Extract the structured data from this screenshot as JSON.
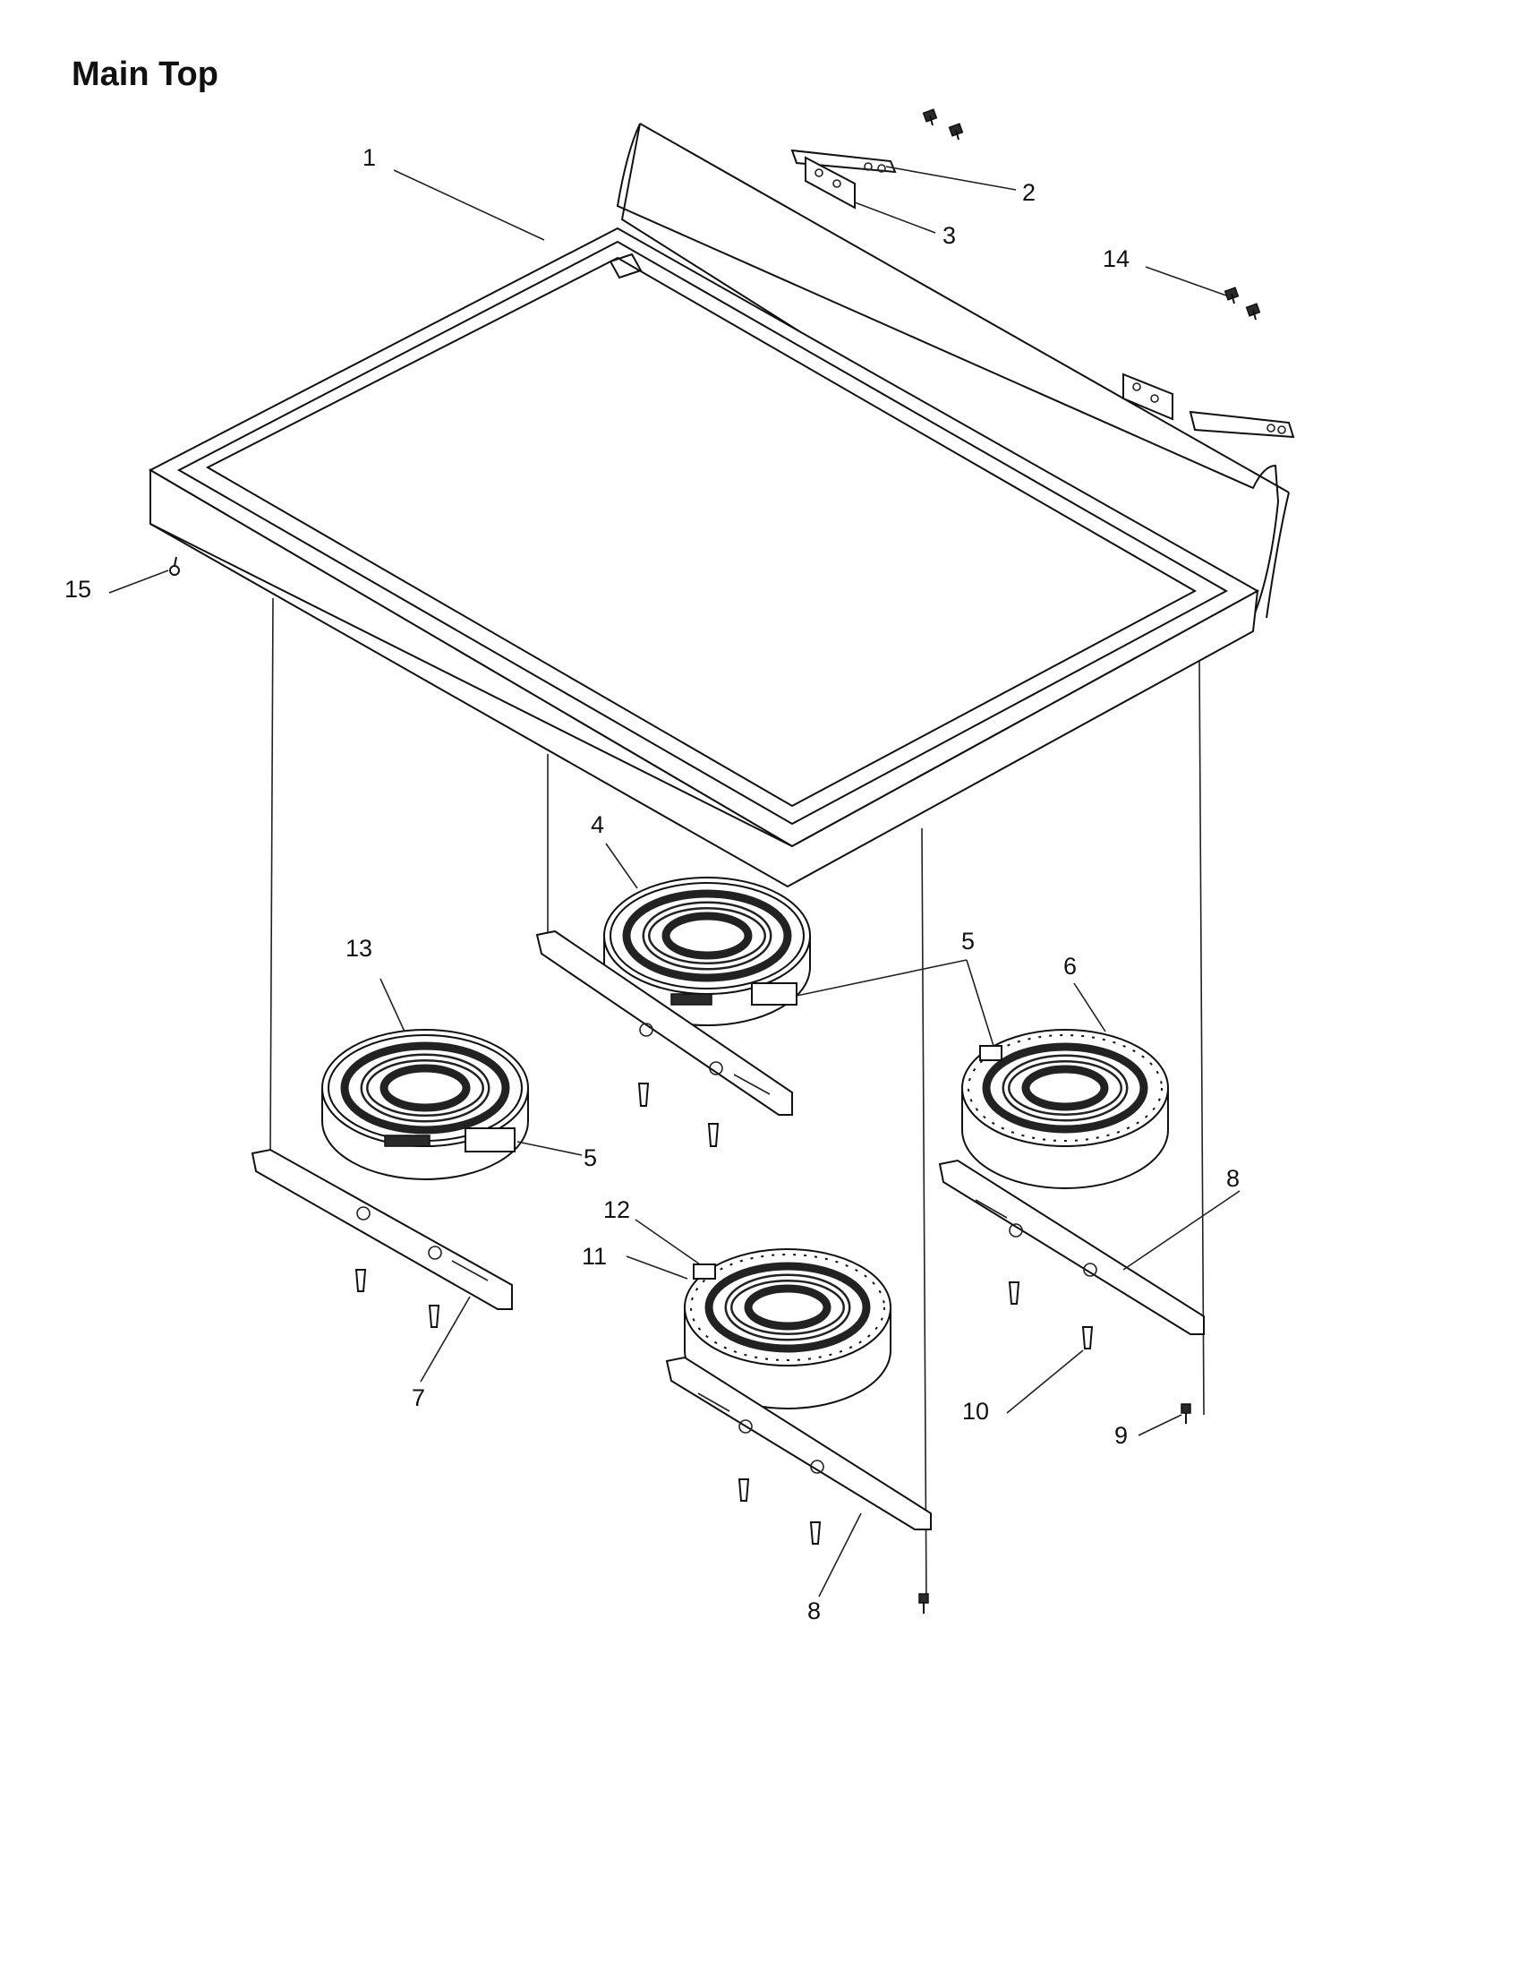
{
  "title": "Main Top",
  "callouts": [
    {
      "id": "c1",
      "text": "1"
    },
    {
      "id": "c2",
      "text": "2"
    },
    {
      "id": "c3",
      "text": "3"
    },
    {
      "id": "c4",
      "text": "4"
    },
    {
      "id": "c5a",
      "text": "5"
    },
    {
      "id": "c5b",
      "text": "5"
    },
    {
      "id": "c6",
      "text": "6"
    },
    {
      "id": "c7",
      "text": "7"
    },
    {
      "id": "c8a",
      "text": "8"
    },
    {
      "id": "c8b",
      "text": "8"
    },
    {
      "id": "c9",
      "text": "9"
    },
    {
      "id": "c10",
      "text": "10"
    },
    {
      "id": "c11",
      "text": "11"
    },
    {
      "id": "c12",
      "text": "12"
    },
    {
      "id": "c13",
      "text": "13"
    },
    {
      "id": "c14",
      "text": "14"
    },
    {
      "id": "c15",
      "text": "15"
    }
  ]
}
